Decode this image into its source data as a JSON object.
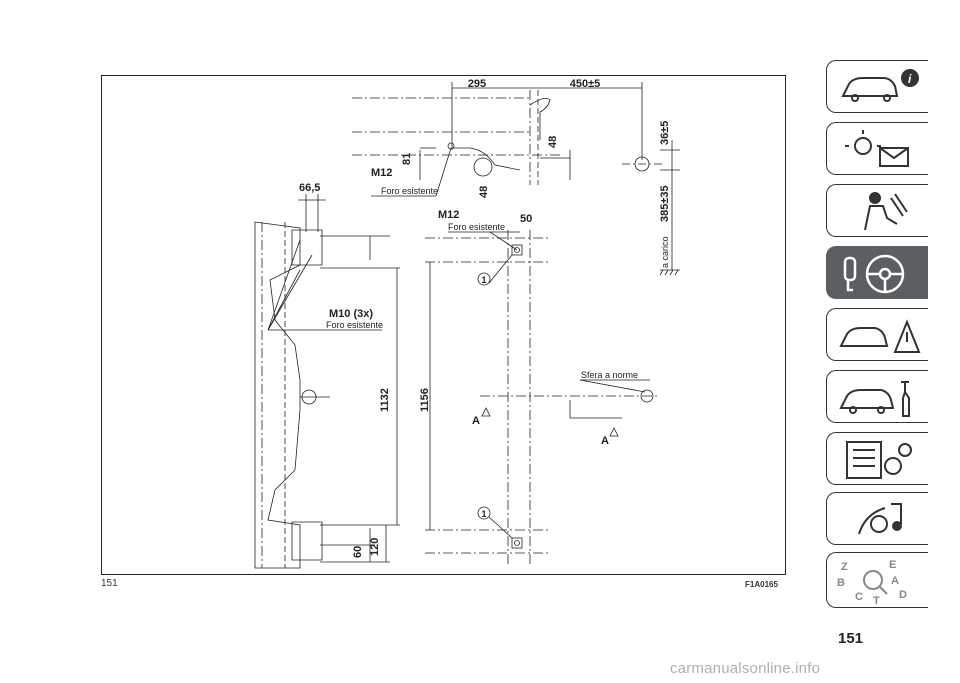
{
  "figure": {
    "number": "151",
    "code": "F1A0165",
    "dimensions": [
      "295",
      "450±5",
      "48",
      "36±5",
      "81",
      "M12",
      "48",
      "385±35",
      "66,5",
      "M12",
      "50",
      "M10 (3x)",
      "1132",
      "1156",
      "60",
      "120"
    ],
    "labels": {
      "foro_1": "Foro esistente",
      "foro_2": "Foro esistente",
      "foro_3": "Foro esistente",
      "sfera": "Sfera a norme",
      "a_carico": "a carico",
      "section_a1": "A",
      "section_a2": "A",
      "callout_1a": "1",
      "callout_1b": "1"
    }
  },
  "sidebar": {
    "tabs": [
      {
        "icon": "car-info-icon"
      },
      {
        "icon": "dashboard-warning-icon"
      },
      {
        "icon": "safety-seatbelt-icon"
      },
      {
        "icon": "key-steering-wheel-icon",
        "active": true
      },
      {
        "icon": "car-emergency-icon"
      },
      {
        "icon": "car-maintenance-icon"
      },
      {
        "icon": "technical-data-icon"
      },
      {
        "icon": "multimedia-icon"
      },
      {
        "icon": "alphabetical-index-icon"
      }
    ],
    "index_letters": [
      "Z",
      "E",
      "B",
      "A",
      "C",
      "D",
      "T"
    ]
  },
  "page_number": "151",
  "watermark": "carmanualsonline.info",
  "colors": {
    "active_tab": "#5b5f62",
    "line": "#222222"
  }
}
